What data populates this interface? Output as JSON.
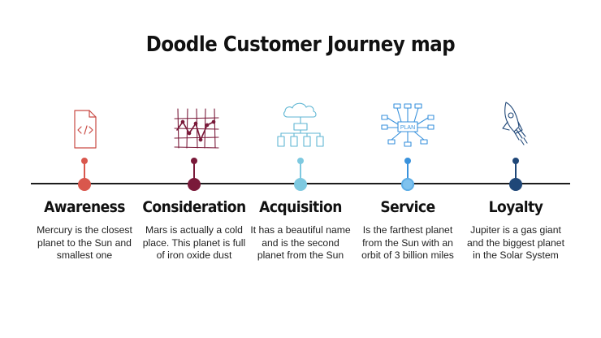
{
  "title": "Doodle Customer Journey map",
  "stages": [
    {
      "label": "Awareness",
      "description": "Mercury is the closest planet to the Sun and smallest one",
      "color": "#d9574d",
      "icon": "code-file-icon",
      "icon_color": "#c94a44"
    },
    {
      "label": "Consideration",
      "description": "Mars is actually a cold place. This planet is full of iron oxide dust",
      "color": "#7a1a3a",
      "icon": "line-chart-icon",
      "icon_color": "#7a1a3a"
    },
    {
      "label": "Acquisition",
      "description": "It has a beautiful name and is the second planet from the Sun",
      "color": "#7ec9e0",
      "icon": "cloud-network-icon",
      "icon_color": "#5fb6d3"
    },
    {
      "label": "Service",
      "description": "Is the farthest planet from the Sun with an orbit of 3 billion miles",
      "color": "#3a92dc",
      "icon": "plan-mindmap-icon",
      "icon_color": "#3a92dc",
      "icon_text": "PLAN"
    },
    {
      "label": "Loyalty",
      "description": "Jupiter is  a gas giant and the biggest planet in the Solar System",
      "color": "#1f4778",
      "icon": "rocket-icon",
      "icon_color": "#1f4778"
    }
  ]
}
